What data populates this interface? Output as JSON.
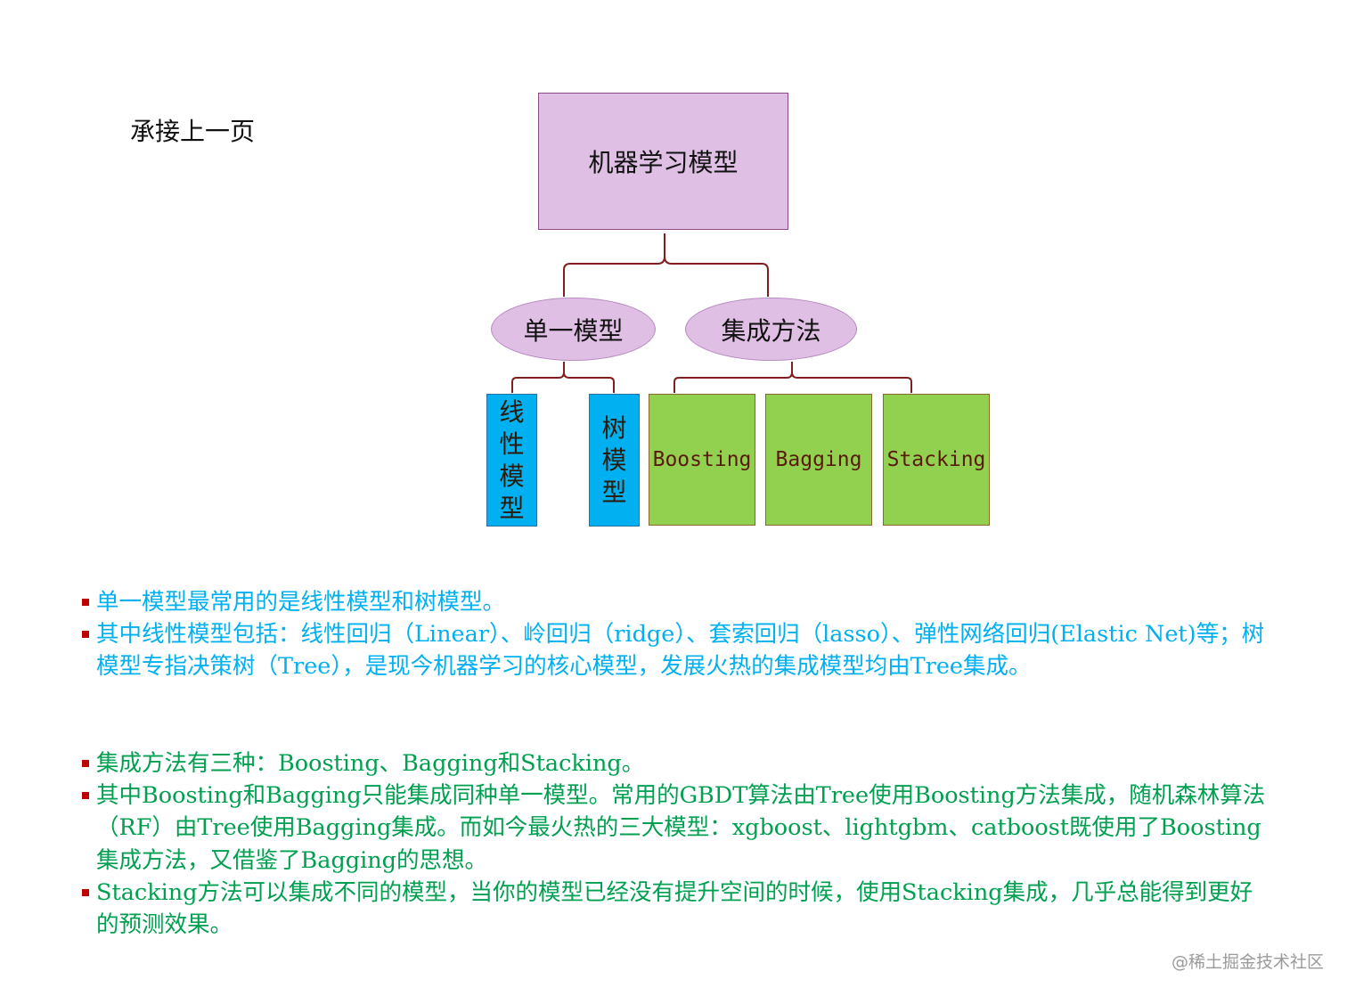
{
  "note": "承接上一页",
  "root": "机器学习模型",
  "level1": {
    "single": "单一模型",
    "ensemble": "集成方法"
  },
  "leaves": {
    "linear": [
      "线",
      "性",
      "模",
      "型"
    ],
    "tree": [
      "树",
      "模",
      "型"
    ],
    "boosting": "Boosting",
    "bagging": "Bagging",
    "stacking": "Stacking"
  },
  "colors": {
    "root_fill": "#e0bfe5",
    "single_leaf_fill": "#00b0f0",
    "ensemble_leaf_fill": "#92d050",
    "connector": "#7f1f1f",
    "bullet_marker": "#c00000",
    "text_blue": "#00b0f0",
    "text_green": "#00a050"
  },
  "bullets_blue": [
    "单一模型最常用的是线性模型和树模型。",
    "其中线性模型包括：线性回归（Linear）、岭回归（ridge）、套索回归（lasso）、弹性网络回归(Elastic Net)等；树模型专指决策树（Tree），是现今机器学习的核心模型，发展火热的集成模型均由Tree集成。"
  ],
  "bullets_green": [
    "集成方法有三种：Boosting、Bagging和Stacking。",
    "其中Boosting和Bagging只能集成同种单一模型。常用的GBDT算法由Tree使用Boosting方法集成，随机森林算法（RF）由Tree使用Bagging集成。而如今最火热的三大模型：xgboost、lightgbm、catboost既使用了Boosting集成方法，又借鉴了Bagging的思想。",
    "Stacking方法可以集成不同的模型，当你的模型已经没有提升空间的时候，使用Stacking集成，几乎总能得到更好的预测效果。"
  ],
  "watermark": "@稀土掘金技术社区"
}
